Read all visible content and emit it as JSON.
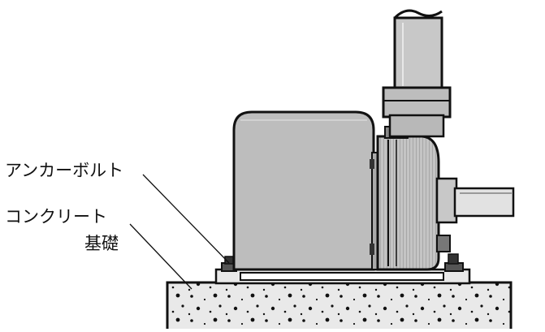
{
  "labels": {
    "anchor_bolt": "アンカーボルト",
    "concrete": "コンクリート",
    "foundation": "基礎"
  },
  "colors": {
    "line": "#111111",
    "motor_fill": "#bdbdbd",
    "pump_fill": "#c4c4c4",
    "pipe_fill": "#c8c8c8",
    "concrete_fill": "#e9e9e9",
    "background": "#ffffff"
  }
}
